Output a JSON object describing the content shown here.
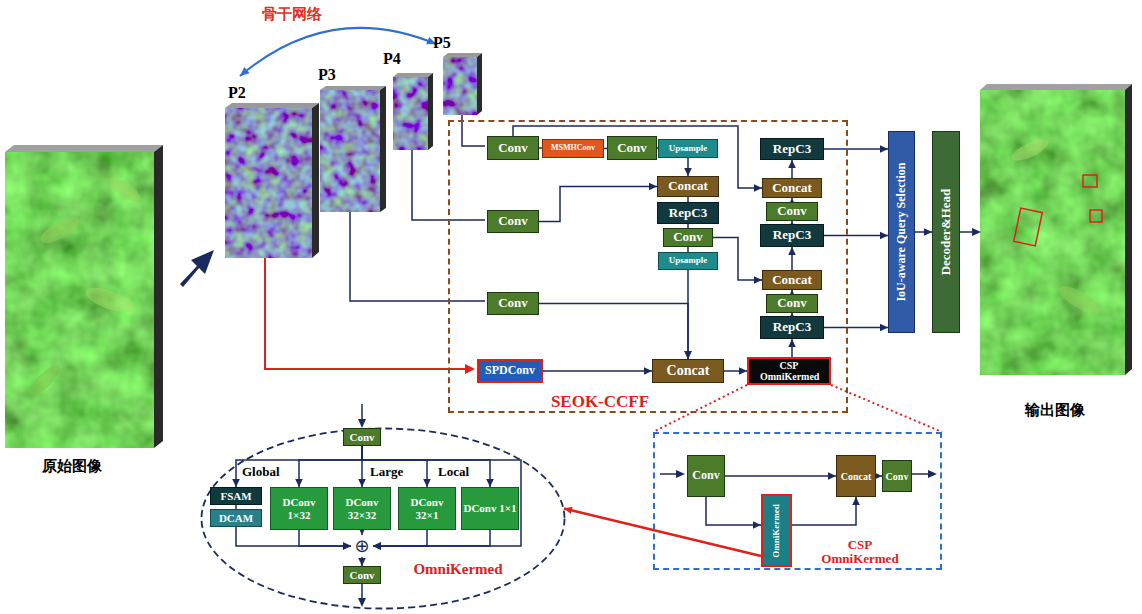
{
  "diagram": {
    "nodes": [
      {
        "text": [
          "SEOK-CCFF"
        ]
      },
      {
        "text": [
          "Conv"
        ],
        "in": 0
      },
      {
        "text": [
          "MSMHConv"
        ],
        "in": 0
      },
      {
        "text": [
          "Conv"
        ],
        "in": 0
      },
      {
        "text": [
          "Upsample"
        ],
        "in": 0
      },
      {
        "text": [
          "RepC3"
        ],
        "in": 0
      },
      {
        "text": [
          "Concat"
        ],
        "in": 0
      },
      {
        "text": [
          "Concat"
        ],
        "in": 0
      },
      {
        "text": [
          "Conv"
        ],
        "in": 0
      },
      {
        "text": [
          "RepC3"
        ],
        "in": 0
      },
      {
        "text": [
          "Conv"
        ],
        "in": 0
      },
      {
        "text": [
          "Conv"
        ],
        "in": 0
      },
      {
        "text": [
          "RepC3"
        ],
        "in": 0
      },
      {
        "text": [
          "Upsample"
        ],
        "in": 0
      },
      {
        "text": [
          "Concat"
        ],
        "in": 0
      },
      {
        "text": [
          "Conv"
        ],
        "in": 0
      },
      {
        "text": [
          "Conv"
        ],
        "in": 0
      },
      {
        "text": [
          "RepC3"
        ],
        "in": 0
      },
      {
        "text": [
          "SPDConv"
        ],
        "in": 0
      },
      {
        "text": [
          "Concat"
        ],
        "in": 0
      },
      {
        "text": [
          "CSP OmniKermed"
        ],
        "in": 0
      },
      {
        "text": [
          "IoU-aware Query Selection"
        ]
      },
      {
        "text": [
          "Decoder&Head"
        ]
      },
      {
        "text": [
          "OmniKermed"
        ]
      },
      {
        "text": [
          "Conv"
        ],
        "in": 23
      },
      {
        "text": [
          "FSAM"
        ],
        "in": 23
      },
      {
        "text": [
          "DCAM"
        ],
        "in": 23
      },
      {
        "text": [
          "DConv 1×32"
        ],
        "in": 23
      },
      {
        "text": [
          "DConv 32×32"
        ],
        "in": 23
      },
      {
        "text": [
          "DConv 32×1"
        ],
        "in": 23
      },
      {
        "text": [
          "DConv 1×1"
        ],
        "in": 23
      },
      {
        "text": [
          "⊕"
        ],
        "in": 23
      },
      {
        "text": [
          "Conv"
        ],
        "in": 23
      },
      {
        "text": [
          "CSP OmniKermed"
        ]
      },
      {
        "text": [
          "Conv"
        ],
        "in": 33
      },
      {
        "text": [
          "OmniKermed"
        ],
        "in": 33
      },
      {
        "text": [
          "Concat"
        ],
        "in": 33
      },
      {
        "text": [
          "Conv"
        ],
        "in": 33
      }
    ],
    "edges": [
      {
        "from": 1,
        "to": 2,
        "arrow": "none"
      },
      {
        "from": 2,
        "to": 3,
        "arrow": "none"
      },
      {
        "from": 3,
        "to": 4,
        "arrow": "none"
      },
      {
        "from": 4,
        "to": 6,
        "arrow": "to"
      },
      {
        "from": 8,
        "to": 6,
        "arrow": "to"
      },
      {
        "from": 6,
        "to": 9,
        "arrow": "none"
      },
      {
        "from": 9,
        "to": 11,
        "arrow": "none"
      },
      {
        "from": 11,
        "to": 13,
        "arrow": "none"
      },
      {
        "from": 11,
        "to": 14,
        "arrow": "to"
      },
      {
        "from": 13,
        "to": 19,
        "arrow": "to"
      },
      {
        "from": 15,
        "to": 19,
        "arrow": "to"
      },
      {
        "from": 18,
        "to": 19,
        "arrow": "to"
      },
      {
        "from": 19,
        "to": 20,
        "arrow": "to"
      },
      {
        "from": 20,
        "to": 17,
        "arrow": "to"
      },
      {
        "from": 17,
        "to": 16,
        "arrow": "to"
      },
      {
        "from": 16,
        "to": 14,
        "arrow": "to"
      },
      {
        "from": 14,
        "to": 12,
        "arrow": "to"
      },
      {
        "from": 12,
        "to": 10,
        "arrow": "to"
      },
      {
        "from": 10,
        "to": 7,
        "arrow": "to"
      },
      {
        "from": 7,
        "to": 5,
        "arrow": "to"
      },
      {
        "from": 1,
        "to": 7,
        "arrow": "to"
      },
      {
        "from": 5,
        "to": 21,
        "arrow": "to"
      },
      {
        "from": 12,
        "to": 21,
        "arrow": "to"
      },
      {
        "from": 17,
        "to": 21,
        "arrow": "to"
      },
      {
        "from": 21,
        "to": 22,
        "arrow": "to"
      },
      {
        "from": 20,
        "to": 33,
        "arrow": "none"
      },
      {
        "from": 35,
        "to": 23,
        "arrow": "to"
      },
      {
        "from": 24,
        "to": 25,
        "arrow": "to"
      },
      {
        "from": 24,
        "to": 27,
        "arrow": "to"
      },
      {
        "from": 24,
        "to": 28,
        "arrow": "to"
      },
      {
        "from": 24,
        "to": 29,
        "arrow": "to"
      },
      {
        "from": 24,
        "to": 30,
        "arrow": "to"
      },
      {
        "from": 24,
        "to": 31,
        "arrow": "to"
      },
      {
        "from": 25,
        "to": 26,
        "arrow": "none"
      },
      {
        "from": 26,
        "to": 31,
        "arrow": "to"
      },
      {
        "from": 27,
        "to": 31,
        "arrow": "to"
      },
      {
        "from": 28,
        "to": 31,
        "arrow": "to"
      },
      {
        "from": 29,
        "to": 31,
        "arrow": "to"
      },
      {
        "from": 30,
        "to": 31,
        "arrow": "to"
      },
      {
        "from": 31,
        "to": 32,
        "arrow": "to"
      },
      {
        "from": 34,
        "to": 36,
        "arrow": "to"
      },
      {
        "from": 34,
        "to": 35,
        "arrow": "to"
      },
      {
        "from": 35,
        "to": 36,
        "arrow": "to"
      },
      {
        "from": 36,
        "to": 37,
        "arrow": "to"
      }
    ],
    "labels": [
      "骨干网络",
      "P2",
      "P3",
      "P4",
      "P5",
      "原始图像",
      "输出图像",
      "Global",
      "Large",
      "Local"
    ]
  }
}
